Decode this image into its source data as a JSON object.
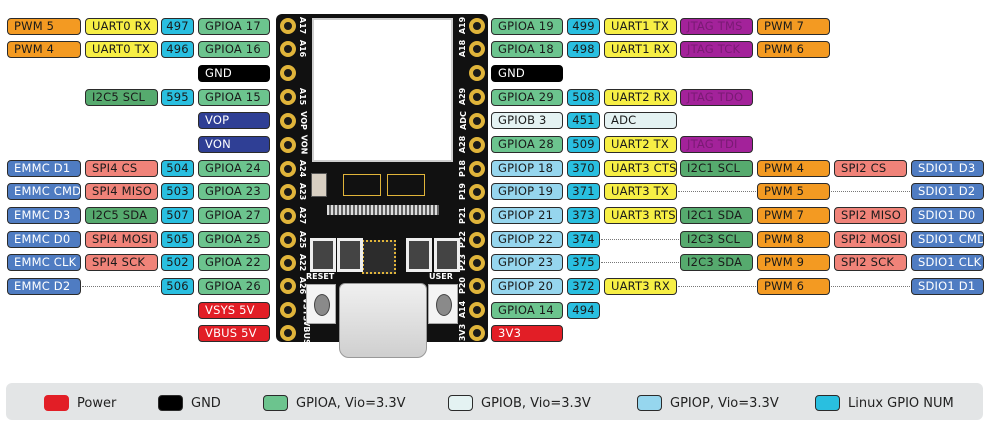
{
  "title": "Board GPIO pinout",
  "colors": {
    "power": "#e21e26",
    "gnd": "#000000",
    "gpioa": "#6cc48e",
    "gpiob": "#e4f2f2",
    "gpiop": "#96d6ee",
    "linux_num": "#29bfe0",
    "pwm": "#f39a22",
    "uart": "#f7ef45",
    "i2c": "#56aa6e",
    "spi": "#f08379",
    "emmc_sdio": "#4f7cc2",
    "audio": "#2f3f95",
    "jtag": "#a3229a"
  },
  "left_pins": [
    {
      "pin": "A17",
      "name": "GPIOA 17",
      "num": "497",
      "f1": "UART0 RX",
      "f2": "PWM 5"
    },
    {
      "pin": "A16",
      "name": "GPIOA 16",
      "num": "496",
      "f1": "UART0 TX",
      "f2": "PWM 4"
    },
    {
      "pin": "",
      "name": "GND"
    },
    {
      "pin": "A15",
      "name": "GPIOA 15",
      "num": "595",
      "f1": "I2C5 SCL"
    },
    {
      "pin": "VOP",
      "name": "VOP"
    },
    {
      "pin": "VON",
      "name": "VON"
    },
    {
      "pin": "A24",
      "name": "GPIOA 24",
      "num": "504",
      "f1": "SPI4 CS",
      "f2": "EMMC D1"
    },
    {
      "pin": "A23",
      "name": "GPIOA 23",
      "num": "503",
      "f1": "SPI4 MISO",
      "f2": "EMMC CMD"
    },
    {
      "pin": "A27",
      "name": "GPIOA 27",
      "num": "507",
      "f1": "I2C5 SDA",
      "f2": "EMMC D3"
    },
    {
      "pin": "A25",
      "name": "GPIOA 25",
      "num": "505",
      "f1": "SPI4 MOSI",
      "f2": "EMMC D0"
    },
    {
      "pin": "A22",
      "name": "GPIOA 22",
      "num": "502",
      "f1": "SPI4 SCK",
      "f2": "EMMC CLK"
    },
    {
      "pin": "A26",
      "name": "GPIOA 26",
      "num": "506",
      "f2": "EMMC D2"
    },
    {
      "pin": "VSYS",
      "name": "VSYS 5V"
    },
    {
      "pin": "VBUS",
      "name": "VBUS 5V"
    }
  ],
  "right_pins": [
    {
      "pin": "A19",
      "name": "GPIOA 19",
      "num": "499",
      "f1": "UART1 TX",
      "f2": "JTAG TMS",
      "f3": "PWM 7"
    },
    {
      "pin": "A18",
      "name": "GPIOA 18",
      "num": "498",
      "f1": "UART1 RX",
      "f2": "JTAG TCK",
      "f3": "PWM 6"
    },
    {
      "pin": "",
      "name": "GND"
    },
    {
      "pin": "A29",
      "name": "GPIOA 29",
      "num": "508",
      "f1": "UART2 RX",
      "f2": "JTAG TDO"
    },
    {
      "pin": "ADC",
      "name": "GPIOB 3",
      "num": "451",
      "f1": "ADC"
    },
    {
      "pin": "A28",
      "name": "GPIOA 28",
      "num": "509",
      "f1": "UART2 TX",
      "f2": "JTAG TDI"
    },
    {
      "pin": "P18",
      "name": "GPIOP 18",
      "num": "370",
      "f1": "UART3 CTS",
      "f2": "I2C1 SCL",
      "f3": "PWM 4",
      "f4": "SPI2 CS",
      "f5": "SDIO1 D3"
    },
    {
      "pin": "P19",
      "name": "GPIOP 19",
      "num": "371",
      "f1": "UART3 TX",
      "f3": "PWM 5",
      "f5": "SDIO1 D2"
    },
    {
      "pin": "P21",
      "name": "GPIOP 21",
      "num": "373",
      "f1": "UART3 RTS",
      "f2": "I2C1 SDA",
      "f3": "PWM 7",
      "f4": "SPI2 MISO",
      "f5": "SDIO1 D0"
    },
    {
      "pin": "P22",
      "name": "GPIOP 22",
      "num": "374",
      "f2": "I2C3 SCL",
      "f3": "PWM 8",
      "f4": "SPI2 MOSI",
      "f5": "SDIO1 CMD"
    },
    {
      "pin": "P23",
      "name": "GPIOP 23",
      "num": "375",
      "f2": "I2C3 SDA",
      "f3": "PWM 9",
      "f4": "SPI2 SCK",
      "f5": "SDIO1 CLK"
    },
    {
      "pin": "P20",
      "name": "GPIOP 20",
      "num": "372",
      "f1": "UART3 RX",
      "f3": "PWM 6",
      "f5": "SDIO1 D1"
    },
    {
      "pin": "A14",
      "name": "GPIOA 14",
      "num": "494"
    },
    {
      "pin": "3V3",
      "name": "3V3"
    }
  ],
  "board": {
    "reset_label": "RESET",
    "user_label": "USER"
  },
  "legend": [
    {
      "label": "Power"
    },
    {
      "label": "GND"
    },
    {
      "label": "GPIOA, Vio=3.3V"
    },
    {
      "label": "GPIOB, Vio=3.3V"
    },
    {
      "label": "GPIOP, Vio=3.3V"
    },
    {
      "label": "Linux GPIO NUM"
    }
  ]
}
